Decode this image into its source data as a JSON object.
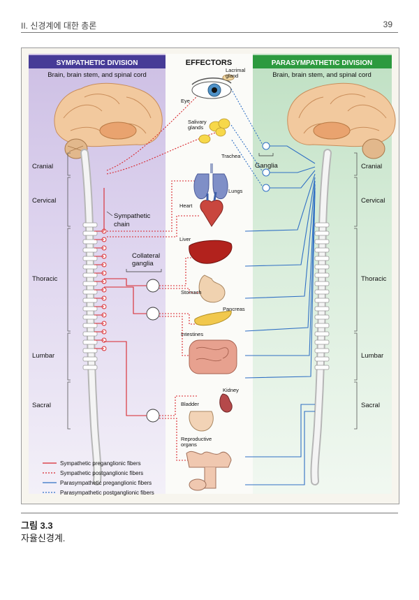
{
  "header": {
    "section": "II. 신경계에 대한 총론",
    "page_number": "39"
  },
  "figure": {
    "sympathetic_title": "SYMPATHETIC DIVISION",
    "effectors_title": "EFFECTORS",
    "parasympathetic_title": "PARASYMPATHETIC DIVISION",
    "sympathetic_subtitle": "Brain, brain stem, and spinal cord",
    "parasympathetic_subtitle": "Brain, brain stem, and spinal cord",
    "regions": [
      "Cranial",
      "Cervical",
      "Thoracic",
      "Lumbar",
      "Sacral"
    ],
    "labels": {
      "sympathetic_chain_1": "Sympathetic",
      "sympathetic_chain_2": "chain",
      "collateral_1": "Collateral",
      "collateral_2": "ganglia",
      "ganglia": "Ganglia"
    },
    "organs": {
      "lacrimal_1": "Lacrimal",
      "lacrimal_2": "gland",
      "eye": "Eye",
      "salivary_1": "Salivary",
      "salivary_2": "glands",
      "trachea": "Trachea",
      "lungs": "Lungs",
      "heart": "Heart",
      "liver": "Liver",
      "stomach": "Stomach",
      "pancreas": "Pancreas",
      "intestines": "Intestines",
      "kidney": "Kidney",
      "bladder": "Bladder",
      "reproductive_1": "Reproductive",
      "reproductive_2": "organs"
    },
    "legend": [
      "Sympathetic preganglionic fibers",
      "Sympathetic postganglionic fibers",
      "Parasympathetic preganglionic fibers",
      "Parasympathetic postganglionic fibers"
    ],
    "colors": {
      "sympathetic_header": "#463b97",
      "parasympathetic_header": "#2d9a3f",
      "sympathetic_fiber": "#d8262c",
      "parasympathetic_fiber": "#2f6fc4"
    }
  },
  "caption": {
    "number": "그림 3.3",
    "text": "자율신경계."
  }
}
